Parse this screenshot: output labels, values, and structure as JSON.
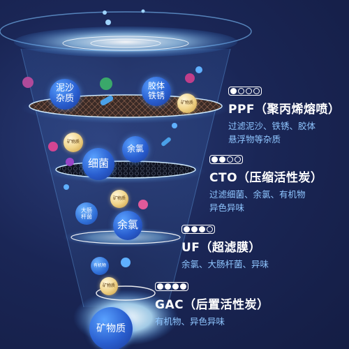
{
  "stages": [
    {
      "id": "ppf",
      "title": "PPF（聚丙烯熔喷）",
      "desc": [
        "过滤泥沙、铁锈、胶体",
        "悬浮物等杂质"
      ],
      "level": 1
    },
    {
      "id": "cto",
      "title": "CTO（压缩活性炭）",
      "desc": [
        "过滤细菌、余氯、有机物",
        "异色异味"
      ],
      "level": 2
    },
    {
      "id": "uf",
      "title": "UF（超滤膜）",
      "desc": [
        "余氯、大肠杆菌、异味"
      ],
      "level": 3
    },
    {
      "id": "gac",
      "title": "GAC（后置活性炭）",
      "desc": [
        "有机物、异色异味"
      ],
      "level": 4
    }
  ],
  "particles": {
    "sand": "泥沙\n杂质",
    "colloid": "胶体\n铁锈",
    "mineral": "矿物质",
    "chlorine": "余氯",
    "bacteria": "细菌",
    "ecoli": "大肠\n杆菌",
    "organic": "有机物"
  },
  "colors": {
    "background": "#1a2656",
    "accent_blue": "#8fc6ff",
    "title": "#ffffff"
  }
}
